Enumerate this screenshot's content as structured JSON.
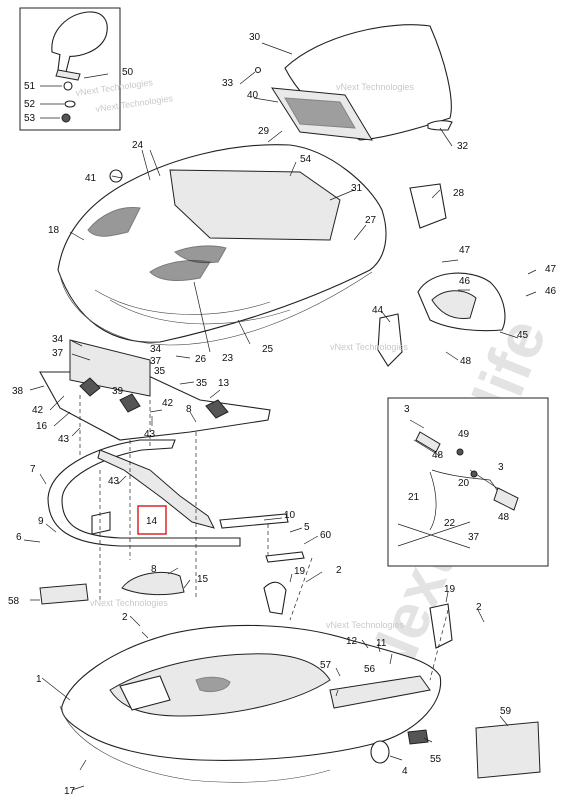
{
  "diagram": {
    "callouts": {
      "c1": "1",
      "c2a": "2",
      "c2b": "2",
      "c2c": "2",
      "c3a": "3",
      "c3b": "3",
      "c4": "4",
      "c5": "5",
      "c6": "6",
      "c7": "7",
      "c8a": "8",
      "c8b": "8",
      "c9": "9",
      "c10": "10",
      "c11": "11",
      "c12": "12",
      "c13": "13",
      "c14": "14",
      "c15": "15",
      "c16": "16",
      "c17": "17",
      "c18": "18",
      "c19a": "19",
      "c19b": "19",
      "c20": "20",
      "c21": "21",
      "c22": "22",
      "c23": "23",
      "c24": "24",
      "c25": "25",
      "c26": "26",
      "c27": "27",
      "c28": "28",
      "c29": "29",
      "c30": "30",
      "c31": "31",
      "c32": "32",
      "c33": "33",
      "c34a": "34",
      "c34b": "34",
      "c35a": "35",
      "c35b": "35",
      "c37a": "37",
      "c37b": "37",
      "c38": "38",
      "c39": "39",
      "c40": "40",
      "c41": "41",
      "c42a": "42",
      "c42b": "42",
      "c43a": "43",
      "c43b": "43",
      "c43c": "43",
      "c44": "44",
      "c45": "45",
      "c46a": "46",
      "c46b": "46",
      "c47a": "47",
      "c47b": "47",
      "c48a": "48",
      "c48b": "48",
      "c48c": "48",
      "c49": "49",
      "c50": "50",
      "c51": "51",
      "c52": "52",
      "c53": "53",
      "c54": "54",
      "c55": "55",
      "c56": "56",
      "c57": "57",
      "c58": "58",
      "c59": "59",
      "c60": "60"
    },
    "watermarks": {
      "wm1": "vNext Technologies",
      "wm2": "vNext Technologies",
      "wm3": "vNext Technologies",
      "wm4": "vNext Technologies",
      "wm5": "vNext Technologies",
      "wm6": "vNext Technologies",
      "big": "vNextremelife"
    },
    "highlight_color": "#d11a1a"
  }
}
